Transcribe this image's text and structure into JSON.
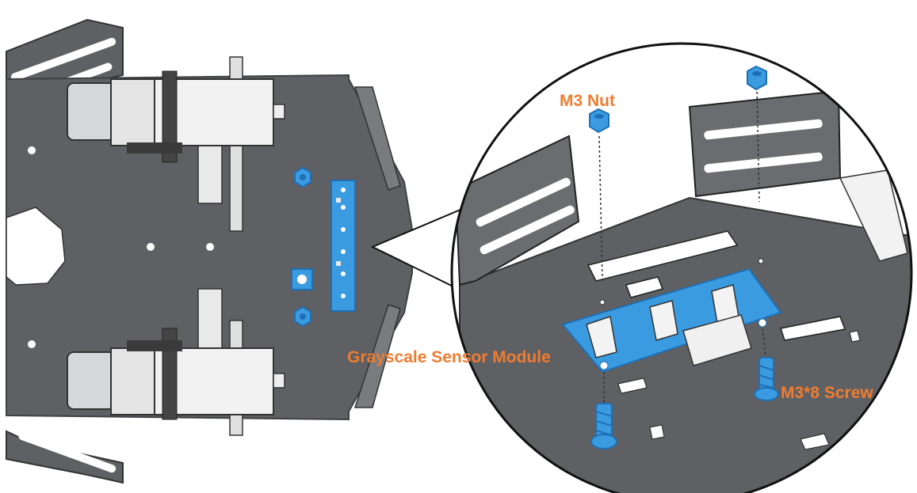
{
  "labels": {
    "m3_nut": "M3 Nut",
    "grayscale_sensor_module": "Grayscale Sensor Module",
    "m3x8_screw": "M3*8 Screw"
  },
  "colors": {
    "label_orange": "#ee7d31",
    "chassis_gray": "#5f6063",
    "chassis_edge": "#3f4043",
    "part_blue": "#3b9be0",
    "part_blue_dark": "#1f6fb5",
    "motor_light": "#e9e9e9",
    "metal_light": "#c7c8ca",
    "outline": "#222222"
  }
}
